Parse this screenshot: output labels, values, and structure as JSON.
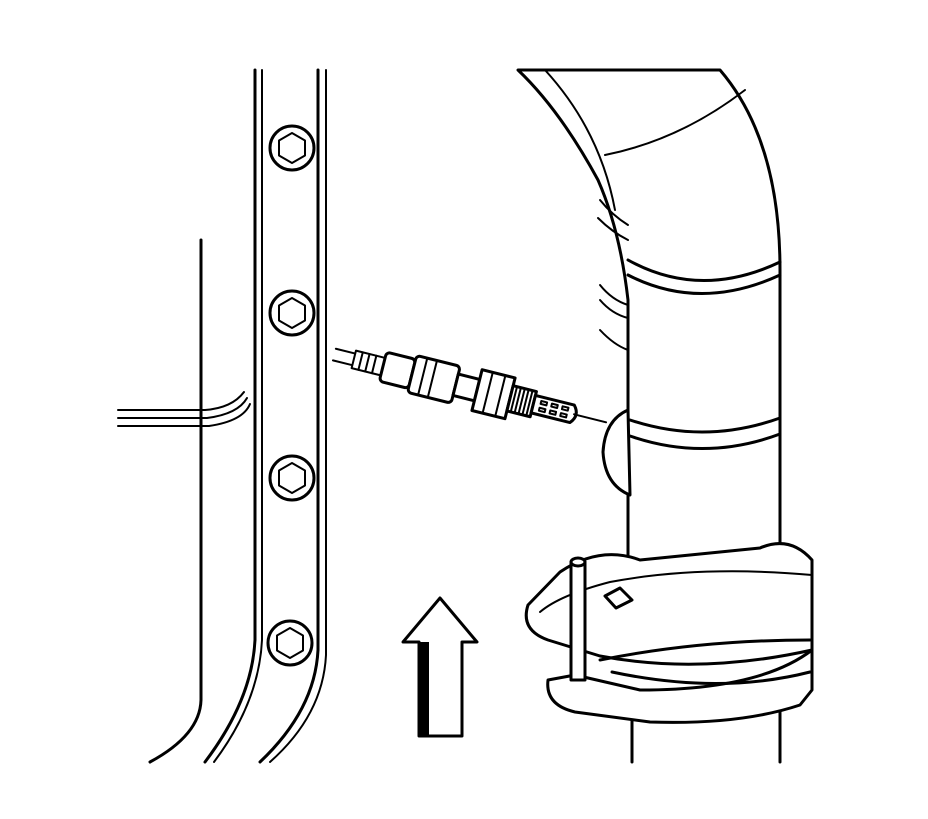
{
  "figure": {
    "background": "#ffffff",
    "line_color": "#000000",
    "components": [
      "oil-pan",
      "oxygen-sensor",
      "exhaust-pipe",
      "exhaust-flange",
      "direction-arrow"
    ]
  }
}
